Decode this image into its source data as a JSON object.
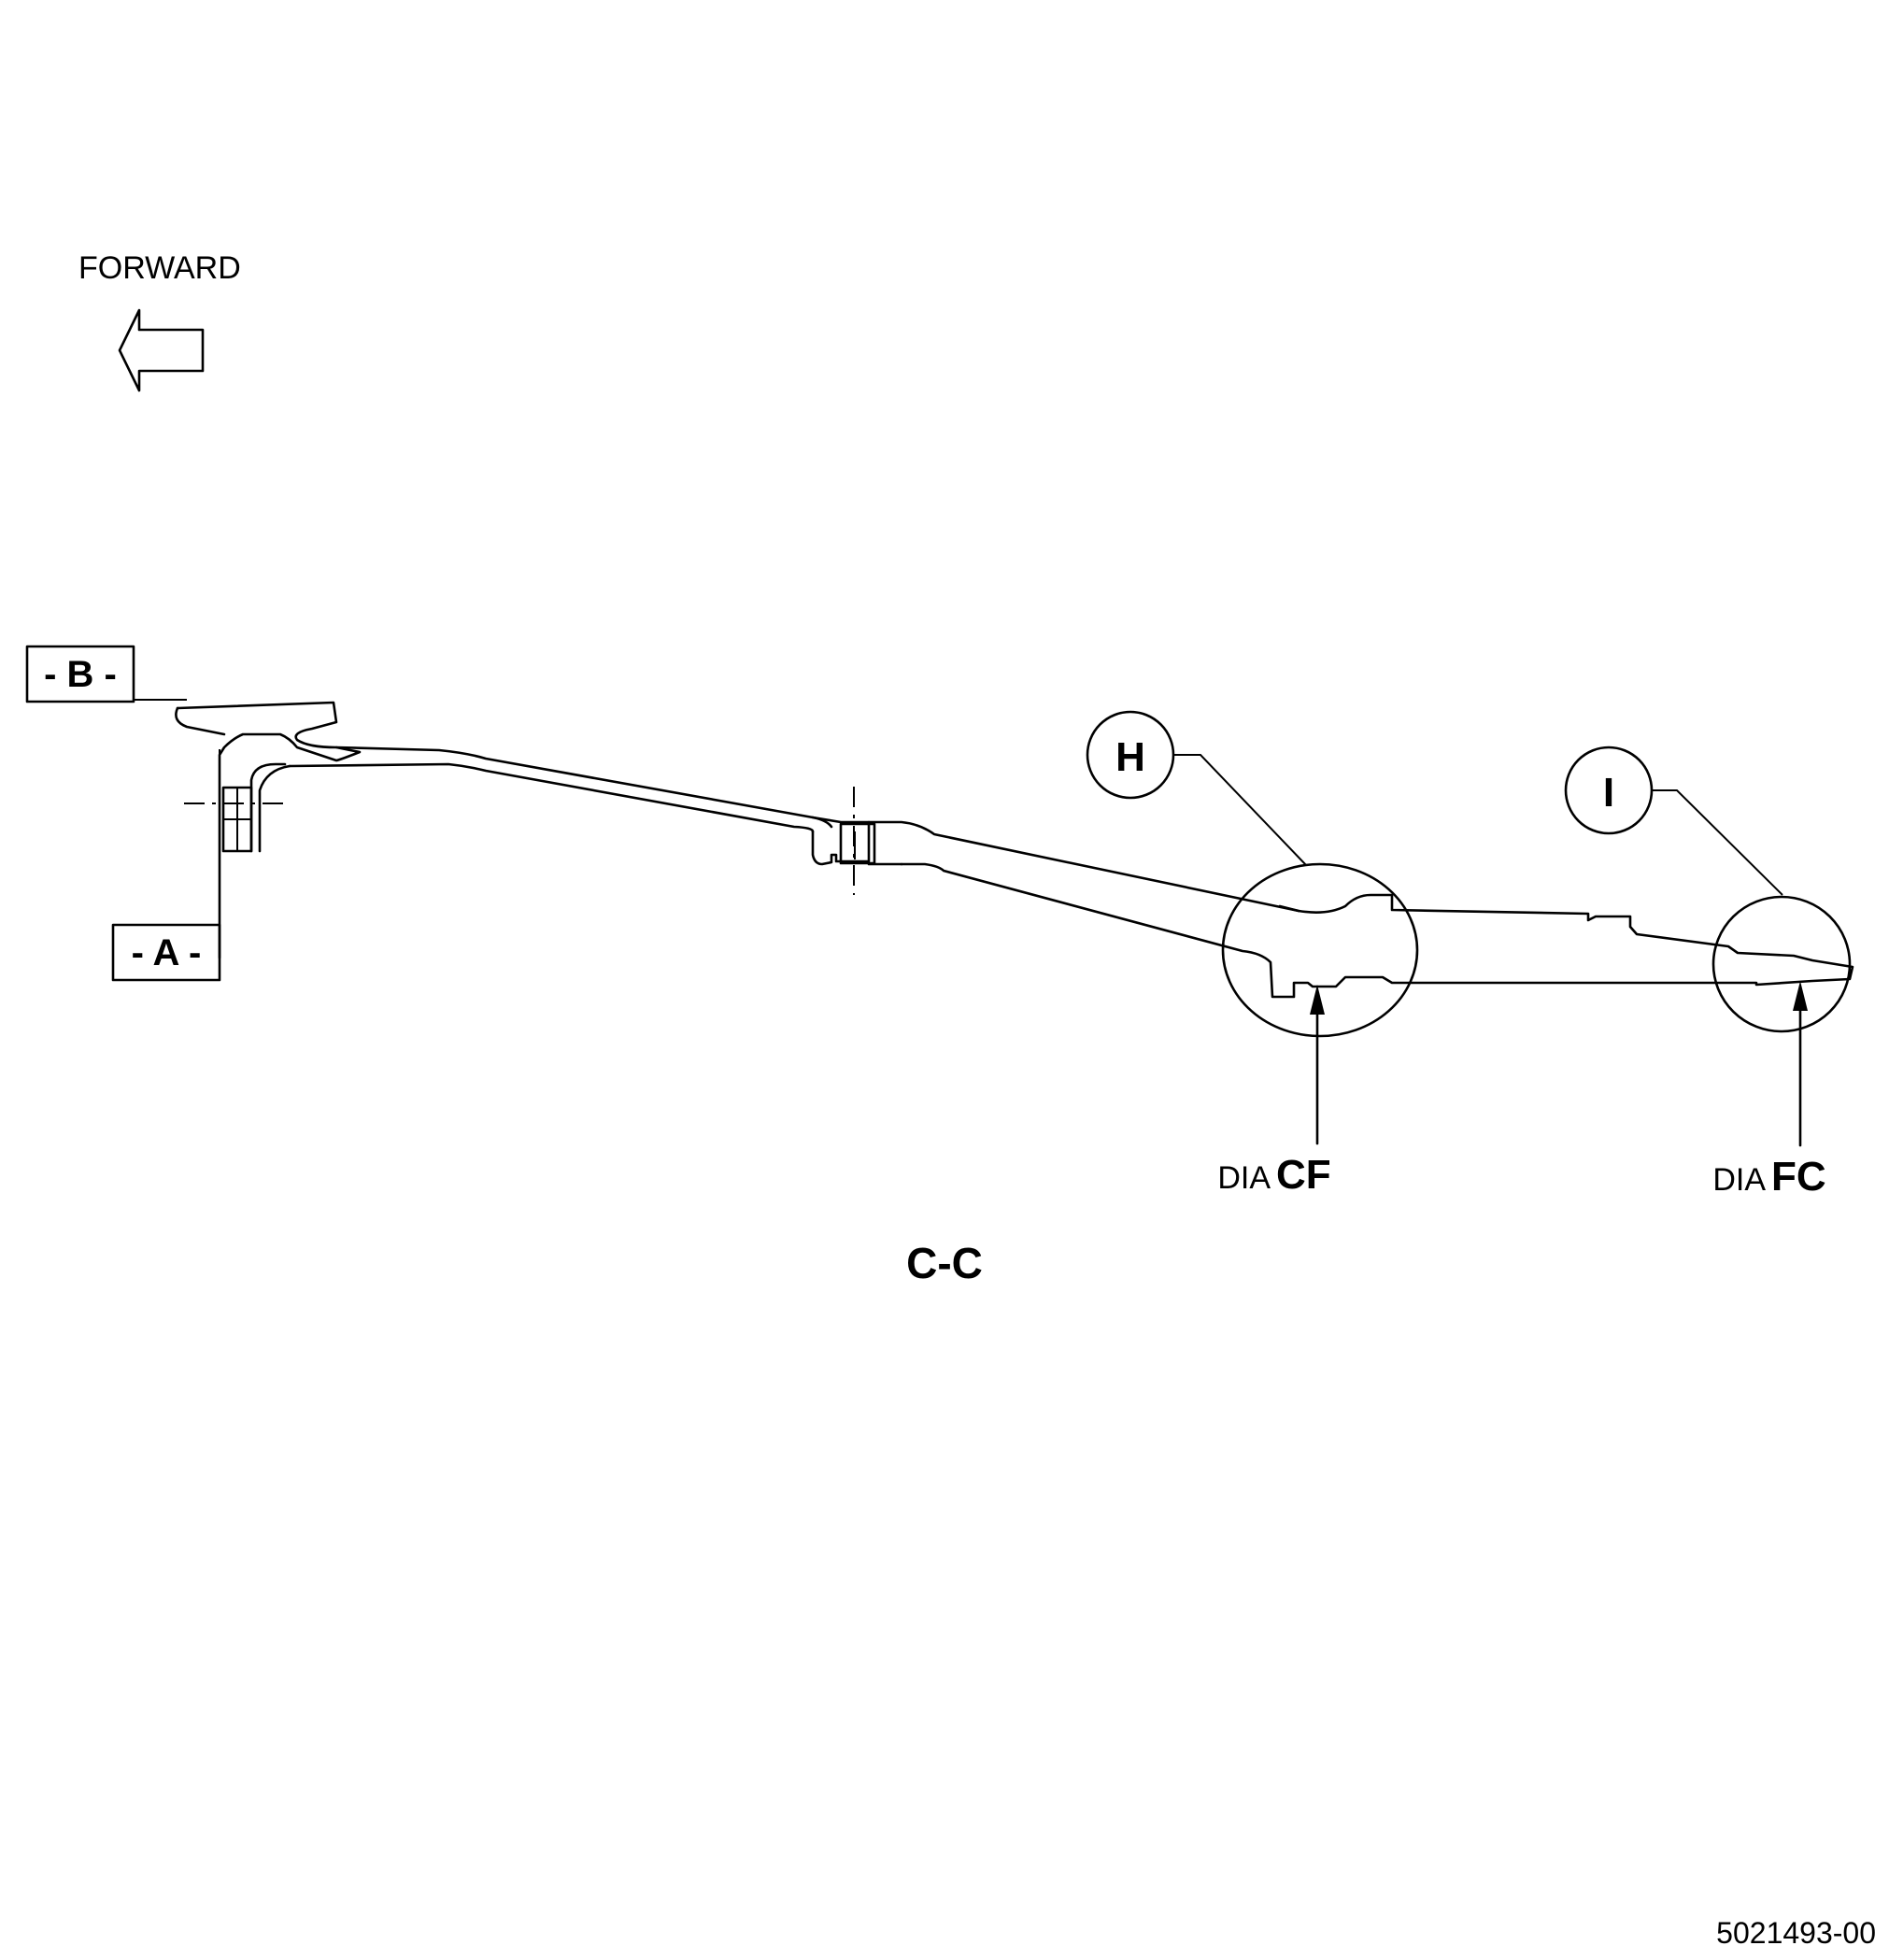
{
  "direction": {
    "label": "FORWARD",
    "arrow_icon": "left-arrow-icon"
  },
  "datums": {
    "a": "- A -",
    "b": "- B -"
  },
  "details": {
    "h": "H",
    "i": "I"
  },
  "diameters": {
    "cf": {
      "prefix": "DIA",
      "code": "CF"
    },
    "fc": {
      "prefix": "DIA",
      "code": "FC"
    }
  },
  "section_label": "C-C",
  "figure_number": "5021493-00"
}
